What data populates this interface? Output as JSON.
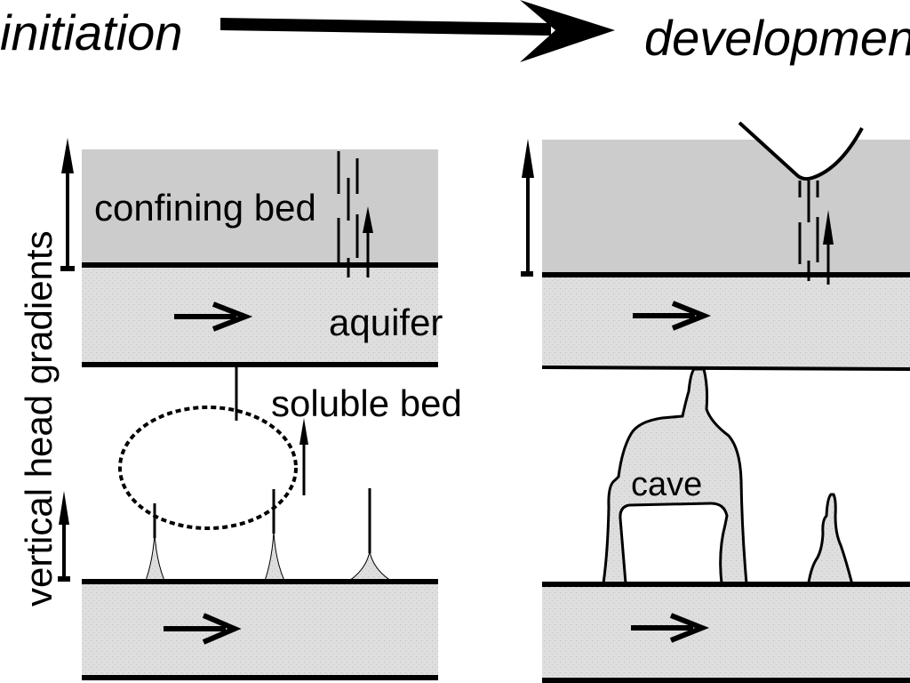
{
  "header": {
    "left_title": "initiation",
    "right_title": "development",
    "progress_arrow": "right-arrow"
  },
  "axis": {
    "label": "vertical head gradients",
    "arrow_icon": "up-arrow-with-base"
  },
  "panels": {
    "initiation": {
      "layers": {
        "confining_bed": "confining bed",
        "aquifer": "aquifer",
        "soluble_bed": "soluble bed"
      },
      "flow_arrow_icon": "right-arrow",
      "annotation": "dashed-ellipse"
    },
    "development": {
      "features": {
        "cave": "cave"
      },
      "flow_arrow_icon": "right-arrow"
    }
  },
  "colors": {
    "confining_bed": "#cccccc",
    "aquifer": "#e0e0e0",
    "stroke": "#000000",
    "background": "#ffffff"
  }
}
